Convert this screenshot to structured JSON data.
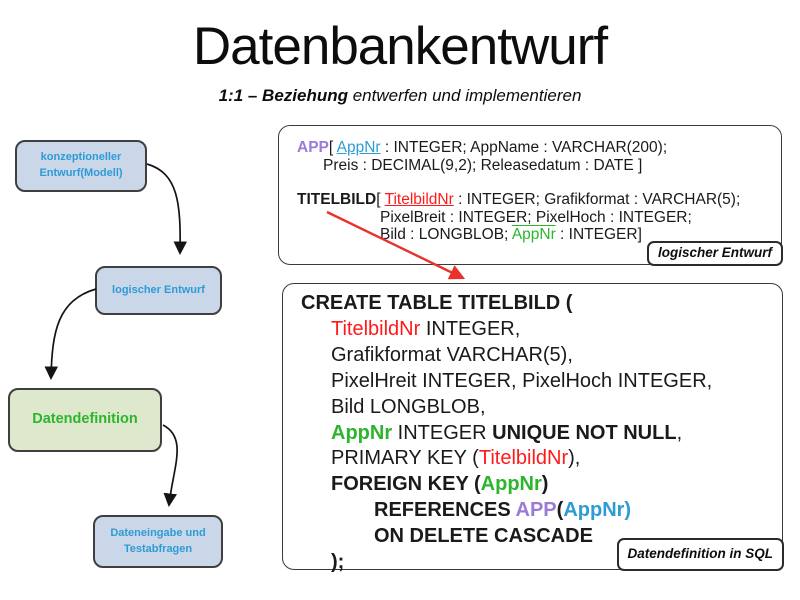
{
  "slide": {
    "title": "Datenbankentwurf",
    "subtitle": {
      "emphasis": "1:1 – Beziehung",
      "rest": " entwerfen und implementieren"
    }
  },
  "flowchart": {
    "steps": [
      {
        "label": "konzeptioneller Entwurf(Modell)",
        "fill": "#c9d7e9"
      },
      {
        "label": "logischer Entwurf",
        "fill": "#c9d7e9"
      },
      {
        "label": "Datendefinition",
        "fill": "#dee8cc"
      },
      {
        "label": "Dateneingabe und Testabfragen",
        "fill": "#c9d7e9"
      }
    ]
  },
  "schema_box": {
    "tag": "logischer Entwurf",
    "app": {
      "table": "APP",
      "open": "[ ",
      "primary_key": "AppNr",
      "line1_rest": " : INTEGER; AppName : VARCHAR(200);",
      "line2": "Preis : DECIMAL(9,2); Releasedatum : DATE ]"
    },
    "titelbild": {
      "table": "TITELBILD",
      "open": "[ ",
      "primary_key": "TitelbildNr",
      "line1_rest": " : INTEGER; Grafikformat : VARCHAR(5);",
      "line2": "PixelBreit : INTEGER; PixelHoch : INTEGER;",
      "line3_pre": "Bild : LONGBLOB; ",
      "foreign_key": "AppNr",
      "line3_post": " : INTEGER]"
    }
  },
  "sql_box": {
    "tag": "Datendefinition in SQL",
    "l1": "CREATE TABLE TITELBILD (",
    "l2_pk": "TitelbildNr",
    "l2_rest": " INTEGER,",
    "l3": "Grafikformat VARCHAR(5),",
    "l4": "PixelHreit INTEGER, PixelHoch INTEGER,",
    "l5": "Bild LONGBLOB,",
    "l6_fk": "AppNr",
    "l6_mid": " INTEGER ",
    "l6_bold": "UNIQUE NOT NULL",
    "l6_end": ",",
    "l7_pre": "PRIMARY KEY (",
    "l7_pk": "TitelbildNr",
    "l7_post": "),",
    "l8_pre": "FOREIGN KEY (",
    "l8_fk": "AppNr",
    "l8_post": ")",
    "l9_pre": "REFERENCES ",
    "l9_table": "APP",
    "l9_open": "(",
    "l9_col": "AppNr",
    "l9_close": ")",
    "l10": "ON DELETE CASCADE",
    "l11": ");"
  },
  "colors": {
    "table_purple": "#9b7bd6",
    "key_blue": "#2e9bd6",
    "key_red": "#ff1a1a",
    "key_green": "#2db52d",
    "box_blue_fill": "#c9d7e9",
    "box_green_fill": "#dee8cc",
    "box_border": "#3f3f3f",
    "annotation_arrow_red": "#e8322b"
  }
}
